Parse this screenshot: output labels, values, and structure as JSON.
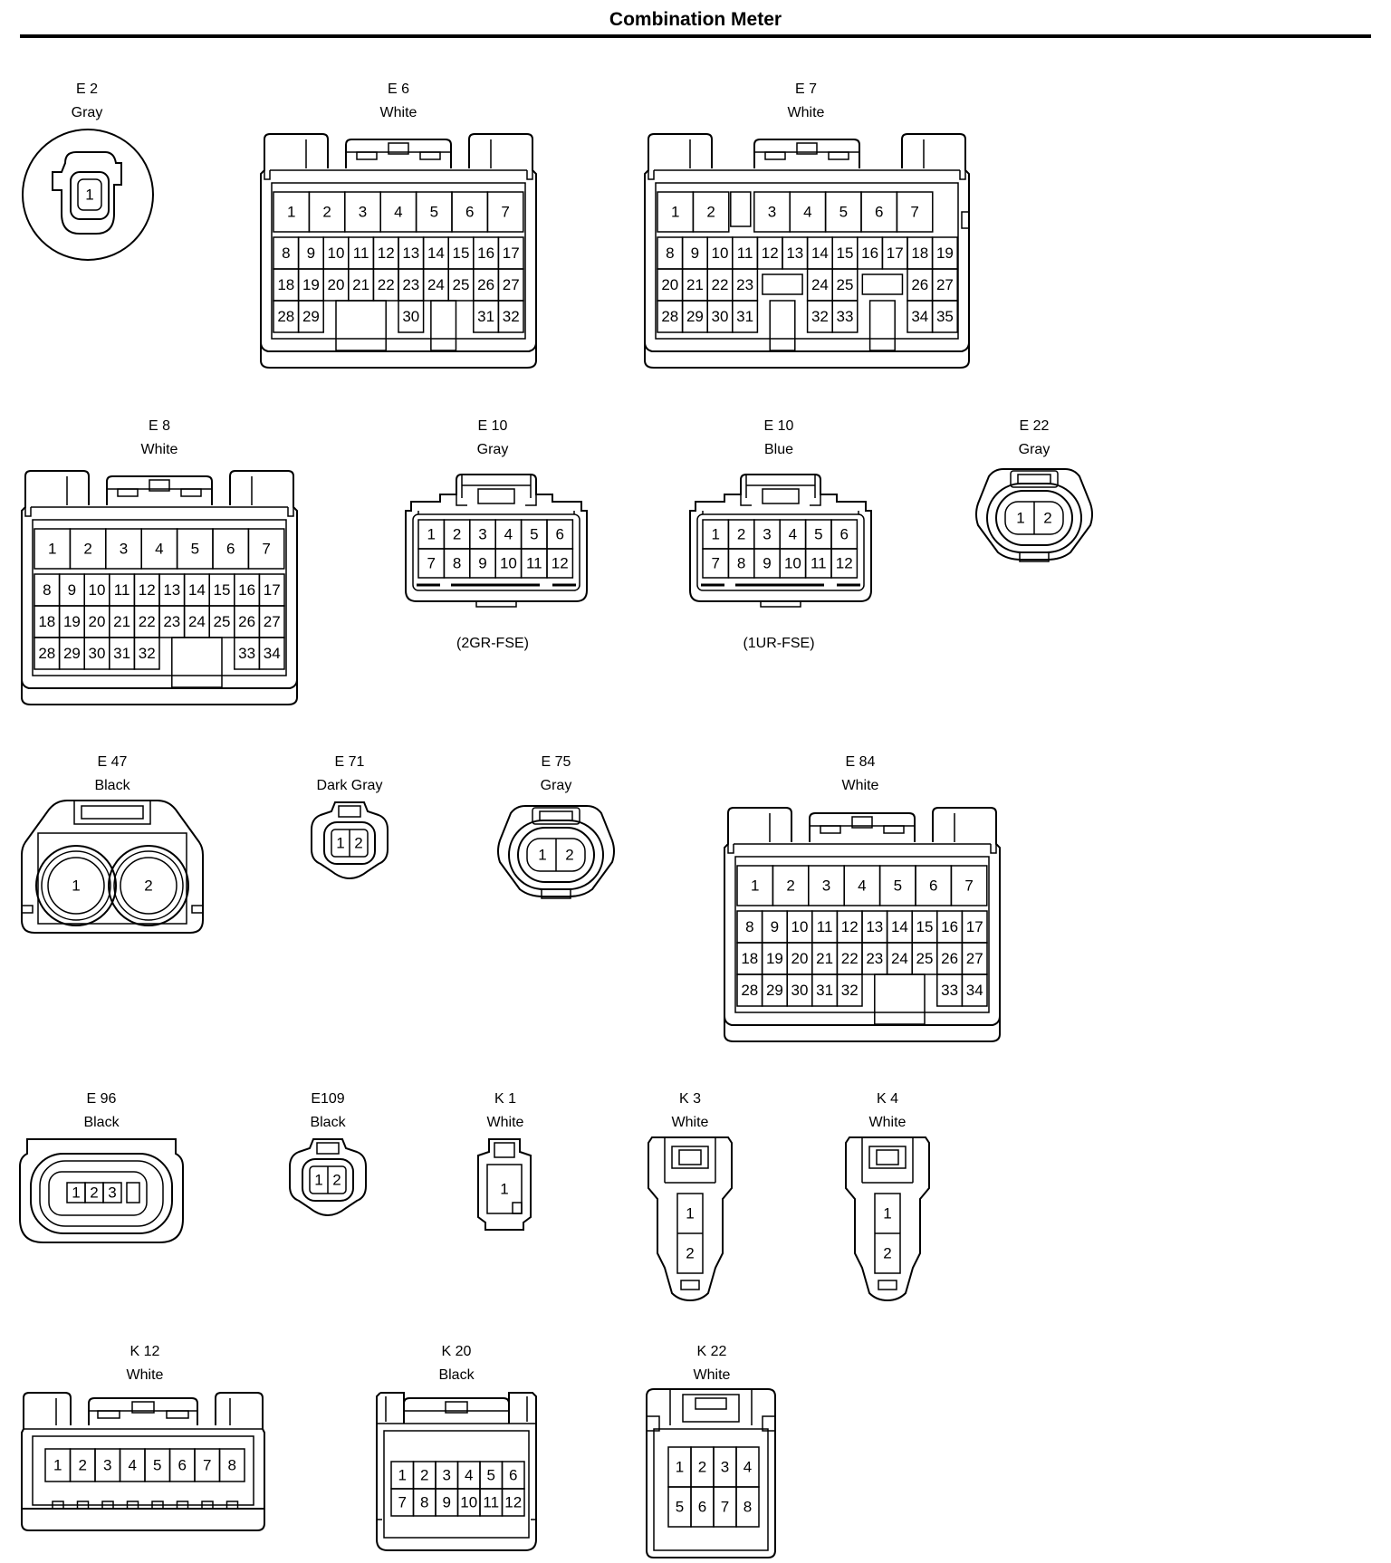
{
  "title": "Combination Meter",
  "connectors": [
    {
      "id": "E2",
      "code": "E 2",
      "color": "Gray",
      "note": "",
      "pins": [
        "1"
      ]
    },
    {
      "id": "E6",
      "code": "E 6",
      "color": "White",
      "note": "",
      "pins": [
        "1",
        "2",
        "3",
        "4",
        "5",
        "6",
        "7",
        "8",
        "9",
        "10",
        "11",
        "12",
        "13",
        "14",
        "15",
        "16",
        "17",
        "18",
        "19",
        "20",
        "21",
        "22",
        "23",
        "24",
        "25",
        "26",
        "27",
        "28",
        "29",
        "30",
        "31",
        "32"
      ]
    },
    {
      "id": "E7",
      "code": "E 7",
      "color": "White",
      "note": "",
      "pins": [
        "1",
        "2",
        "3",
        "4",
        "5",
        "6",
        "7",
        "8",
        "9",
        "10",
        "11",
        "12",
        "13",
        "14",
        "15",
        "16",
        "17",
        "18",
        "19",
        "20",
        "21",
        "22",
        "23",
        "24",
        "25",
        "26",
        "27",
        "28",
        "29",
        "30",
        "31",
        "32",
        "33",
        "34",
        "35"
      ]
    },
    {
      "id": "E8",
      "code": "E 8",
      "color": "White",
      "note": "",
      "pins": [
        "1",
        "2",
        "3",
        "4",
        "5",
        "6",
        "7",
        "8",
        "9",
        "10",
        "11",
        "12",
        "13",
        "14",
        "15",
        "16",
        "17",
        "18",
        "19",
        "20",
        "21",
        "22",
        "23",
        "24",
        "25",
        "26",
        "27",
        "28",
        "29",
        "30",
        "31",
        "32",
        "33",
        "34"
      ]
    },
    {
      "id": "E10a",
      "code": "E 10",
      "color": "Gray",
      "note": "(2GR-FSE)",
      "pins": [
        "1",
        "2",
        "3",
        "4",
        "5",
        "6",
        "7",
        "8",
        "9",
        "10",
        "11",
        "12"
      ]
    },
    {
      "id": "E10b",
      "code": "E 10",
      "color": "Blue",
      "note": "(1UR-FSE)",
      "pins": [
        "1",
        "2",
        "3",
        "4",
        "5",
        "6",
        "7",
        "8",
        "9",
        "10",
        "11",
        "12"
      ]
    },
    {
      "id": "E22",
      "code": "E 22",
      "color": "Gray",
      "note": "",
      "pins": [
        "1",
        "2"
      ]
    },
    {
      "id": "E47",
      "code": "E 47",
      "color": "Black",
      "note": "",
      "pins": [
        "1",
        "2"
      ]
    },
    {
      "id": "E71",
      "code": "E 71",
      "color": "Dark Gray",
      "note": "",
      "pins": [
        "1",
        "2"
      ]
    },
    {
      "id": "E75",
      "code": "E 75",
      "color": "Gray",
      "note": "",
      "pins": [
        "1",
        "2"
      ]
    },
    {
      "id": "E84",
      "code": "E 84",
      "color": "White",
      "note": "",
      "pins": [
        "1",
        "2",
        "3",
        "4",
        "5",
        "6",
        "7",
        "8",
        "9",
        "10",
        "11",
        "12",
        "13",
        "14",
        "15",
        "16",
        "17",
        "18",
        "19",
        "20",
        "21",
        "22",
        "23",
        "24",
        "25",
        "26",
        "27",
        "28",
        "29",
        "30",
        "31",
        "32",
        "33",
        "34"
      ]
    },
    {
      "id": "E96",
      "code": "E 96",
      "color": "Black",
      "note": "",
      "pins": [
        "1",
        "2",
        "3"
      ]
    },
    {
      "id": "E109",
      "code": "E109",
      "color": "Black",
      "note": "",
      "pins": [
        "1",
        "2"
      ]
    },
    {
      "id": "K1",
      "code": "K 1",
      "color": "White",
      "note": "",
      "pins": [
        "1"
      ]
    },
    {
      "id": "K3",
      "code": "K 3",
      "color": "White",
      "note": "",
      "pins": [
        "1",
        "2"
      ]
    },
    {
      "id": "K4",
      "code": "K 4",
      "color": "White",
      "note": "",
      "pins": [
        "1",
        "2"
      ]
    },
    {
      "id": "K12",
      "code": "K 12",
      "color": "White",
      "note": "",
      "pins": [
        "1",
        "2",
        "3",
        "4",
        "5",
        "6",
        "7",
        "8"
      ]
    },
    {
      "id": "K20",
      "code": "K 20",
      "color": "Black",
      "note": "",
      "pins": [
        "1",
        "2",
        "3",
        "4",
        "5",
        "6",
        "7",
        "8",
        "9",
        "10",
        "11",
        "12"
      ]
    },
    {
      "id": "K22",
      "code": "K 22",
      "color": "White",
      "note": "",
      "pins": [
        "1",
        "2",
        "3",
        "4",
        "5",
        "6",
        "7",
        "8"
      ]
    }
  ]
}
